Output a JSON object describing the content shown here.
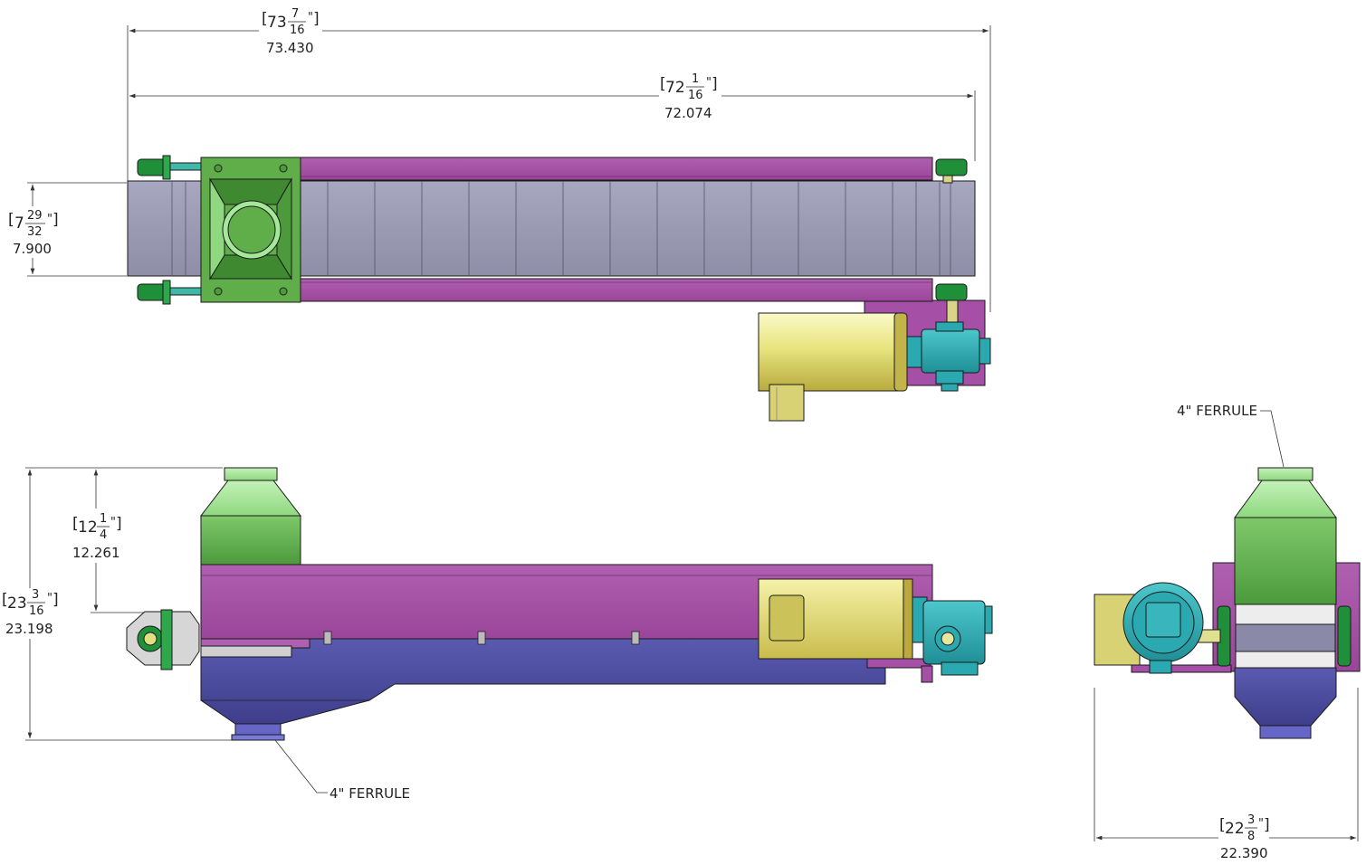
{
  "dimensions": {
    "overall_length": {
      "whole": "73",
      "num": "7",
      "den": "16",
      "unit": "\"",
      "decimal": "73.430"
    },
    "frame_length": {
      "whole": "72",
      "num": "1",
      "den": "16",
      "unit": "\"",
      "decimal": "72.074"
    },
    "belt_width": {
      "whole": "7",
      "num": "29",
      "den": "32",
      "unit": "\"",
      "decimal": "7.900"
    },
    "hopper_height": {
      "whole": "12",
      "num": "1",
      "den": "4",
      "unit": "\"",
      "decimal": "12.261"
    },
    "overall_height": {
      "whole": "23",
      "num": "3",
      "den": "16",
      "unit": "\"",
      "decimal": "23.198"
    },
    "overall_width": {
      "whole": "22",
      "num": "3",
      "den": "8",
      "unit": "\"",
      "decimal": "22.390"
    }
  },
  "labels": {
    "ferrule_top": "4\" FERRULE",
    "ferrule_bottom": "4\" FERRULE"
  },
  "colors": {
    "frame_purple": "#a64fa6",
    "hopper_green": "#5fae4a",
    "hopper_light_green": "#a6e89a",
    "belt_gray": "#9b9bb3",
    "trough_blue": "#4f4fa0",
    "motor_yellow": "#e3e07a",
    "gearbox_teal": "#2aa9b0",
    "bearing_green": "#1f8f3a"
  }
}
